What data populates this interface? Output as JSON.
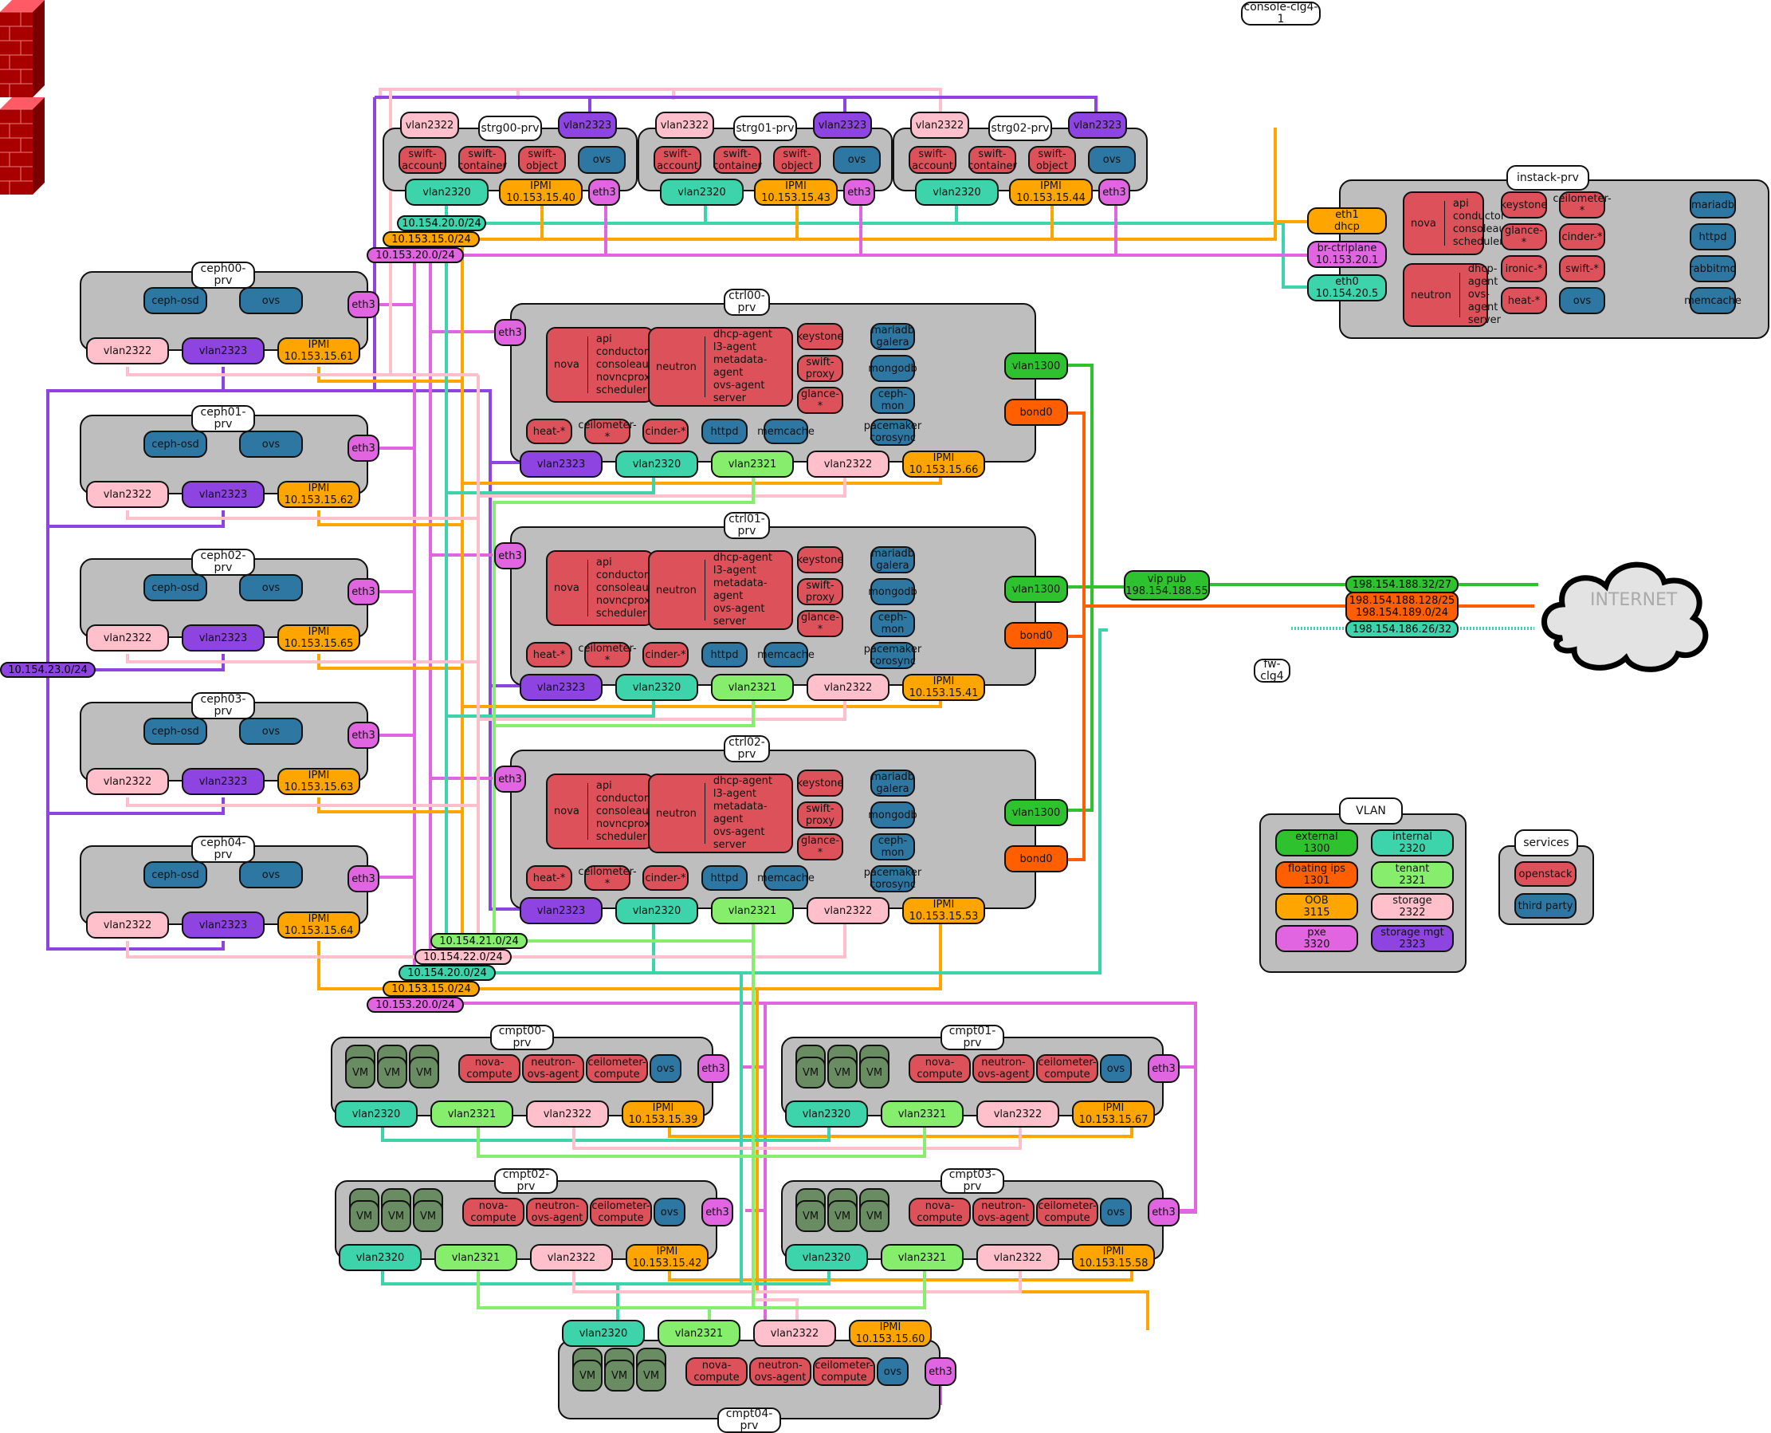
{
  "colors": {
    "external": "#2ec22e",
    "floating": "#ff5f00",
    "oob": "#ffa500",
    "pxe": "#e165e0",
    "internal": "#3dd3ab",
    "tenant": "#86ee6c",
    "storage": "#ffc0cb",
    "storage_mgt": "#8e44e0",
    "openstack": "#dd525a",
    "third_party": "#2e77a3",
    "node_bg": "#bebebe"
  },
  "storage_nodes": [
    {
      "name": "strg00-prv",
      "vlan_top_left": "vlan2322",
      "vlan_top_right": "vlan2323",
      "services": [
        "swift-\naccount",
        "swift-\ncontainer",
        "swift-\nobject"
      ],
      "third_party": [
        "ovs"
      ],
      "vlan_bottom": "vlan2320",
      "ipmi": "IPMI\n10.153.15.40",
      "nic": "eth3"
    },
    {
      "name": "strg01-prv",
      "vlan_top_left": "vlan2322",
      "vlan_top_right": "vlan2323",
      "services": [
        "swift-\naccount",
        "swift-\ncontainer",
        "swift-\nobject"
      ],
      "third_party": [
        "ovs"
      ],
      "vlan_bottom": "vlan2320",
      "ipmi": "IPMI\n10.153.15.43",
      "nic": "eth3"
    },
    {
      "name": "strg02-prv",
      "vlan_top_left": "vlan2322",
      "vlan_top_right": "vlan2323",
      "services": [
        "swift-\naccount",
        "swift-\ncontainer",
        "swift-\nobject"
      ],
      "third_party": [
        "ovs"
      ],
      "vlan_bottom": "vlan2320",
      "ipmi": "IPMI\n10.153.15.44",
      "nic": "eth3"
    }
  ],
  "ceph_nodes": [
    {
      "name": "ceph00-prv",
      "services": [
        "ceph-osd",
        "ovs"
      ],
      "nic": "eth3",
      "vlans": [
        "vlan2322",
        "vlan2323"
      ],
      "ipmi": "IPMI\n10.153.15.61"
    },
    {
      "name": "ceph01-prv",
      "services": [
        "ceph-osd",
        "ovs"
      ],
      "nic": "eth3",
      "vlans": [
        "vlan2322",
        "vlan2323"
      ],
      "ipmi": "IPMI\n10.153.15.62"
    },
    {
      "name": "ceph02-prv",
      "services": [
        "ceph-osd",
        "ovs"
      ],
      "nic": "eth3",
      "vlans": [
        "vlan2322",
        "vlan2323"
      ],
      "ipmi": "IPMI\n10.153.15.65"
    },
    {
      "name": "ceph03-prv",
      "services": [
        "ceph-osd",
        "ovs"
      ],
      "nic": "eth3",
      "vlans": [
        "vlan2322",
        "vlan2323"
      ],
      "ipmi": "IPMI\n10.153.15.63"
    },
    {
      "name": "ceph04-prv",
      "services": [
        "ceph-osd",
        "ovs"
      ],
      "nic": "eth3",
      "vlans": [
        "vlan2322",
        "vlan2323"
      ],
      "ipmi": "IPMI\n10.153.15.64"
    }
  ],
  "controller_template": {
    "nova": {
      "label": "nova",
      "items": "api\nconductor\nconsoleauth\nnovncproxy\nscheduler"
    },
    "neutron": {
      "label": "neutron",
      "items": "dhcp-agent\nl3-agent\nmetadata-agent\novs-agent\nserver"
    },
    "openstack_small": [
      "keystone",
      "swift-\nproxy",
      "glance-*",
      "heat-*",
      "ceilometer-*",
      "cinder-*"
    ],
    "third_party": [
      "mariadb\ngalera",
      "mongodb",
      "ceph-mon",
      "pacemaker\ncorosync",
      "httpd",
      "memcache"
    ],
    "vlans": [
      "vlan2323",
      "vlan2320",
      "vlan2321",
      "vlan2322"
    ],
    "ext_ifaces": [
      "vlan1300",
      "bond0"
    ],
    "nic": "eth3"
  },
  "controller_nodes": [
    {
      "name": "ctrl00-prv",
      "ipmi": "IPMI\n10.153.15.66"
    },
    {
      "name": "ctrl01-prv",
      "ipmi": "IPMI\n10.153.15.41"
    },
    {
      "name": "ctrl02-prv",
      "ipmi": "IPMI\n10.153.15.53"
    }
  ],
  "compute_template": {
    "vm_label": "VM",
    "services": [
      "nova-\ncompute",
      "neutron-\novs-agent",
      "ceilometer-\ncompute"
    ],
    "third_party": [
      "ovs"
    ],
    "vlans": [
      "vlan2320",
      "vlan2321",
      "vlan2322"
    ],
    "nic": "eth3"
  },
  "compute_nodes": [
    {
      "name": "cmpt00-prv",
      "ipmi": "IPMI\n10.153.15.39"
    },
    {
      "name": "cmpt01-prv",
      "ipmi": "IPMI\n10.153.15.67"
    },
    {
      "name": "cmpt02-prv",
      "ipmi": "IPMI\n10.153.15.42"
    },
    {
      "name": "cmpt03-prv",
      "ipmi": "IPMI\n10.153.15.58"
    },
    {
      "name": "cmpt04-prv",
      "ipmi": "IPMI\n10.153.15.60"
    }
  ],
  "instack": {
    "name": "instack-prv",
    "ifaces": [
      "eth1\ndhcp",
      "br-ctrlplane\n10.153.20.1",
      "eth0\n10.154.20.5"
    ],
    "nova": {
      "label": "nova",
      "items": "api\nconductor\nconsoleauth\nscheduler"
    },
    "neutron": {
      "label": "neutron",
      "items": "dhcp-agent\novs-agent\nserver"
    },
    "openstack": [
      "keystone",
      "glance-*",
      "ironic-*",
      "heat-*",
      "ceilometer-*",
      "cinder-*",
      "swift-*"
    ],
    "third_party_col2": [
      "ovs"
    ],
    "third_party": [
      "mariadb",
      "httpd",
      "rabbitmq",
      "memcache"
    ]
  },
  "subnets_top": [
    "10.154.20.0/24",
    "10.153.15.0/24",
    "10.153.20.0/24"
  ],
  "subnet_storage_mgt": "10.154.23.0/24",
  "subnets_bottom": [
    "10.154.21.0/24",
    "10.154.22.0/24",
    "10.154.20.0/24",
    "10.153.15.0/24",
    "10.153.20.0/24"
  ],
  "console": {
    "label": "console-clg4-1"
  },
  "firewall": {
    "label": "fw-clg4"
  },
  "vip": "vip pub\n198.154.188.55",
  "public_subnets": [
    "198.154.188.32/27",
    "198.154.188.128/25\n198.154.189.0/24",
    "198.154.186.26/32"
  ],
  "internet": "INTERNET",
  "legend_vlan": {
    "title": "VLAN",
    "items": [
      {
        "label": "external\n1300",
        "key": "external"
      },
      {
        "label": "internal\n2320",
        "key": "internal"
      },
      {
        "label": "floating ips\n1301",
        "key": "floating"
      },
      {
        "label": "tenant\n2321",
        "key": "tenant"
      },
      {
        "label": "OOB\n3115",
        "key": "oob"
      },
      {
        "label": "storage\n2322",
        "key": "storage"
      },
      {
        "label": "pxe\n3320",
        "key": "pxe"
      },
      {
        "label": "storage mgt\n2323",
        "key": "storage_mgt"
      }
    ]
  },
  "legend_services": {
    "title": "services",
    "items": [
      {
        "label": "openstack",
        "key": "openstack"
      },
      {
        "label": "third party",
        "key": "third_party"
      }
    ]
  }
}
